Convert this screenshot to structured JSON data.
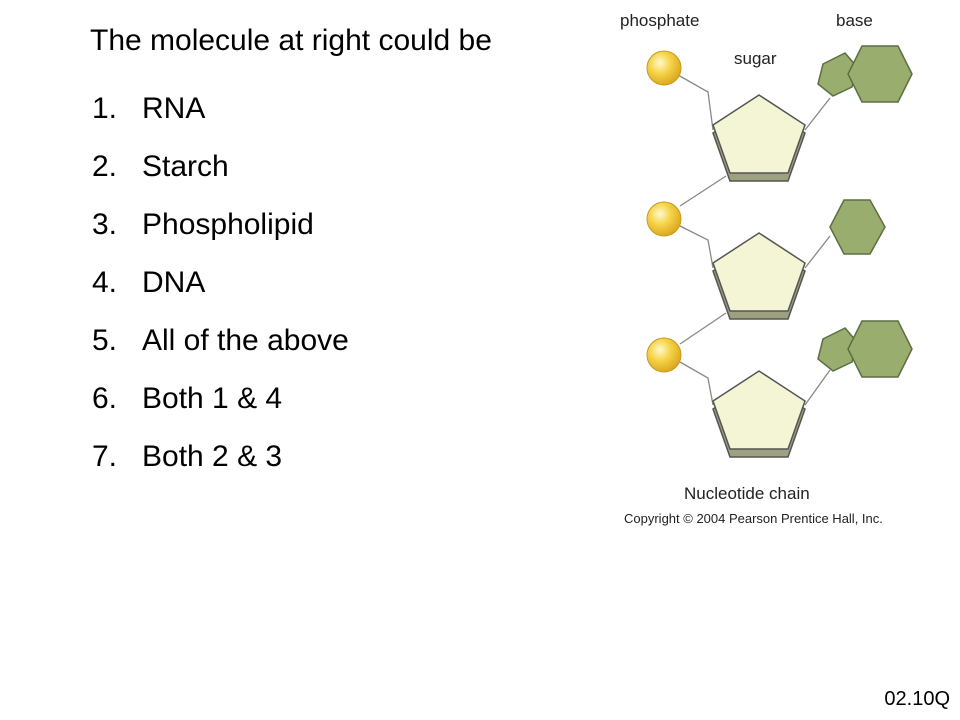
{
  "slide": {
    "title": "The molecule at right could be",
    "options": [
      {
        "number": "1.",
        "label": "RNA"
      },
      {
        "number": "2.",
        "label": "Starch"
      },
      {
        "number": "3.",
        "label": "Phospholipid"
      },
      {
        "number": "4.",
        "label": "DNA"
      },
      {
        "number": "5.",
        "label": "All of the above"
      },
      {
        "number": "6.",
        "label": "Both 1 & 4"
      },
      {
        "number": "7.",
        "label": "Both 2 & 3"
      }
    ],
    "slide_id": "02.10Q"
  },
  "figure": {
    "labels": {
      "phosphate": "phosphate",
      "base": "base",
      "sugar": "sugar"
    },
    "caption": "Nucleotide chain",
    "copyright": "Copyright © 2004 Pearson Prentice Hall, Inc.",
    "colors": {
      "phosphate": "#f2c232",
      "sugar_fill": "#f3f5d4",
      "sugar_shadow": "#9ea17f",
      "base_fill": "#98ad6e",
      "base_stroke": "#5d6e43",
      "bond": "#888888"
    }
  }
}
